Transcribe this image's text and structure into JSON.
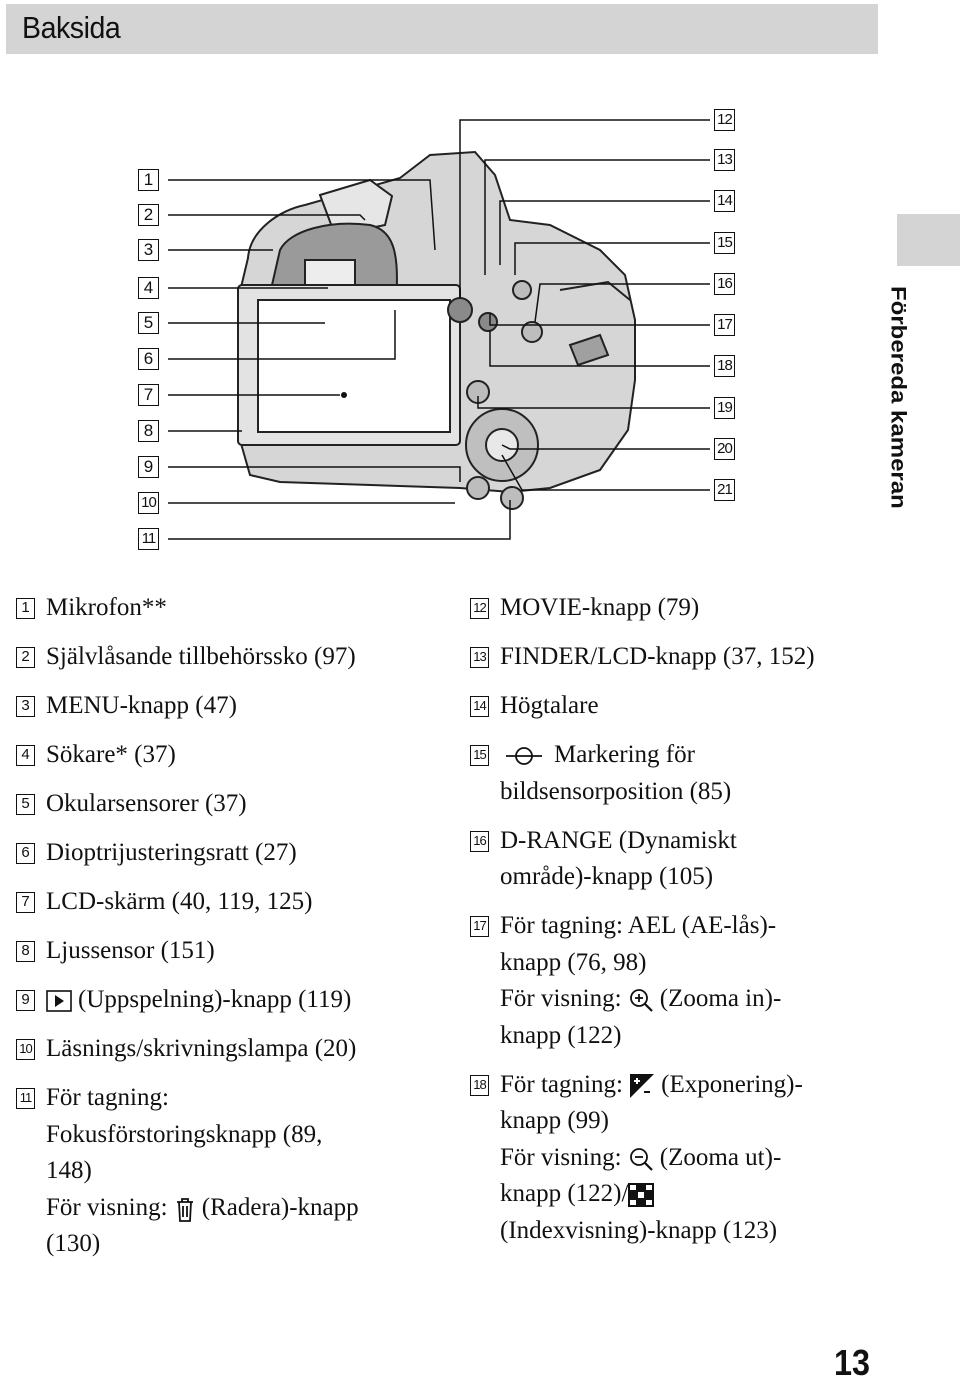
{
  "header": {
    "title": "Baksida"
  },
  "side_label": "Förbereda kameran",
  "page_number": "13",
  "callouts_left": [
    "1",
    "2",
    "3",
    "4",
    "5",
    "6",
    "7",
    "8",
    "9",
    "10",
    "11"
  ],
  "callouts_right": [
    "12",
    "13",
    "14",
    "15",
    "16",
    "17",
    "18",
    "19",
    "20",
    "21"
  ],
  "legend_left": [
    {
      "num": "1",
      "text": "Mikrofon**"
    },
    {
      "num": "2",
      "text": "Självlåsande tillbehörssko (97)"
    },
    {
      "num": "3",
      "text": "MENU-knapp (47)"
    },
    {
      "num": "4",
      "text": "Sökare* (37)"
    },
    {
      "num": "5",
      "text": "Okularsensorer (37)"
    },
    {
      "num": "6",
      "text": "Dioptrijusteringsratt (27)"
    },
    {
      "num": "7",
      "text": "LCD-skärm (40, 119, 125)"
    },
    {
      "num": "8",
      "text": "Ljussensor (151)"
    },
    {
      "num": "9",
      "text": "(Uppspelning)-knapp (119)"
    },
    {
      "num": "10",
      "text": "Läsnings/skrivningslampa (20)"
    },
    {
      "num": "11",
      "line1": "För tagning:",
      "line2": "Fokusförstoringsknapp (89,",
      "line3": "148)",
      "line4a": "För visning:",
      "line4b": "(Radera)-knapp",
      "line5": "(130)"
    }
  ],
  "legend_right": [
    {
      "num": "12",
      "text": "MOVIE-knapp (79)"
    },
    {
      "num": "13",
      "text": "FINDER/LCD-knapp (37, 152)"
    },
    {
      "num": "14",
      "text": "Högtalare"
    },
    {
      "num": "15",
      "line1": "Markering för",
      "line2": "bildsensorposition (85)"
    },
    {
      "num": "16",
      "line1": "D-RANGE (Dynamiskt",
      "line2": "område)-knapp (105)"
    },
    {
      "num": "17",
      "line1": "För tagning: AEL (AE-lås)-",
      "line2": "knapp (76, 98)",
      "line3a": "För visning:",
      "line3b": "(Zooma in)-",
      "line4": "knapp (122)"
    },
    {
      "num": "18",
      "line1a": "För tagning:",
      "line1b": "(Exponering)-",
      "line2": "knapp (99)",
      "line3a": "För visning:",
      "line3b": "(Zooma ut)-",
      "line4a": "knapp (122)/",
      "line5": "(Indexvisning)-knapp (123)"
    }
  ]
}
